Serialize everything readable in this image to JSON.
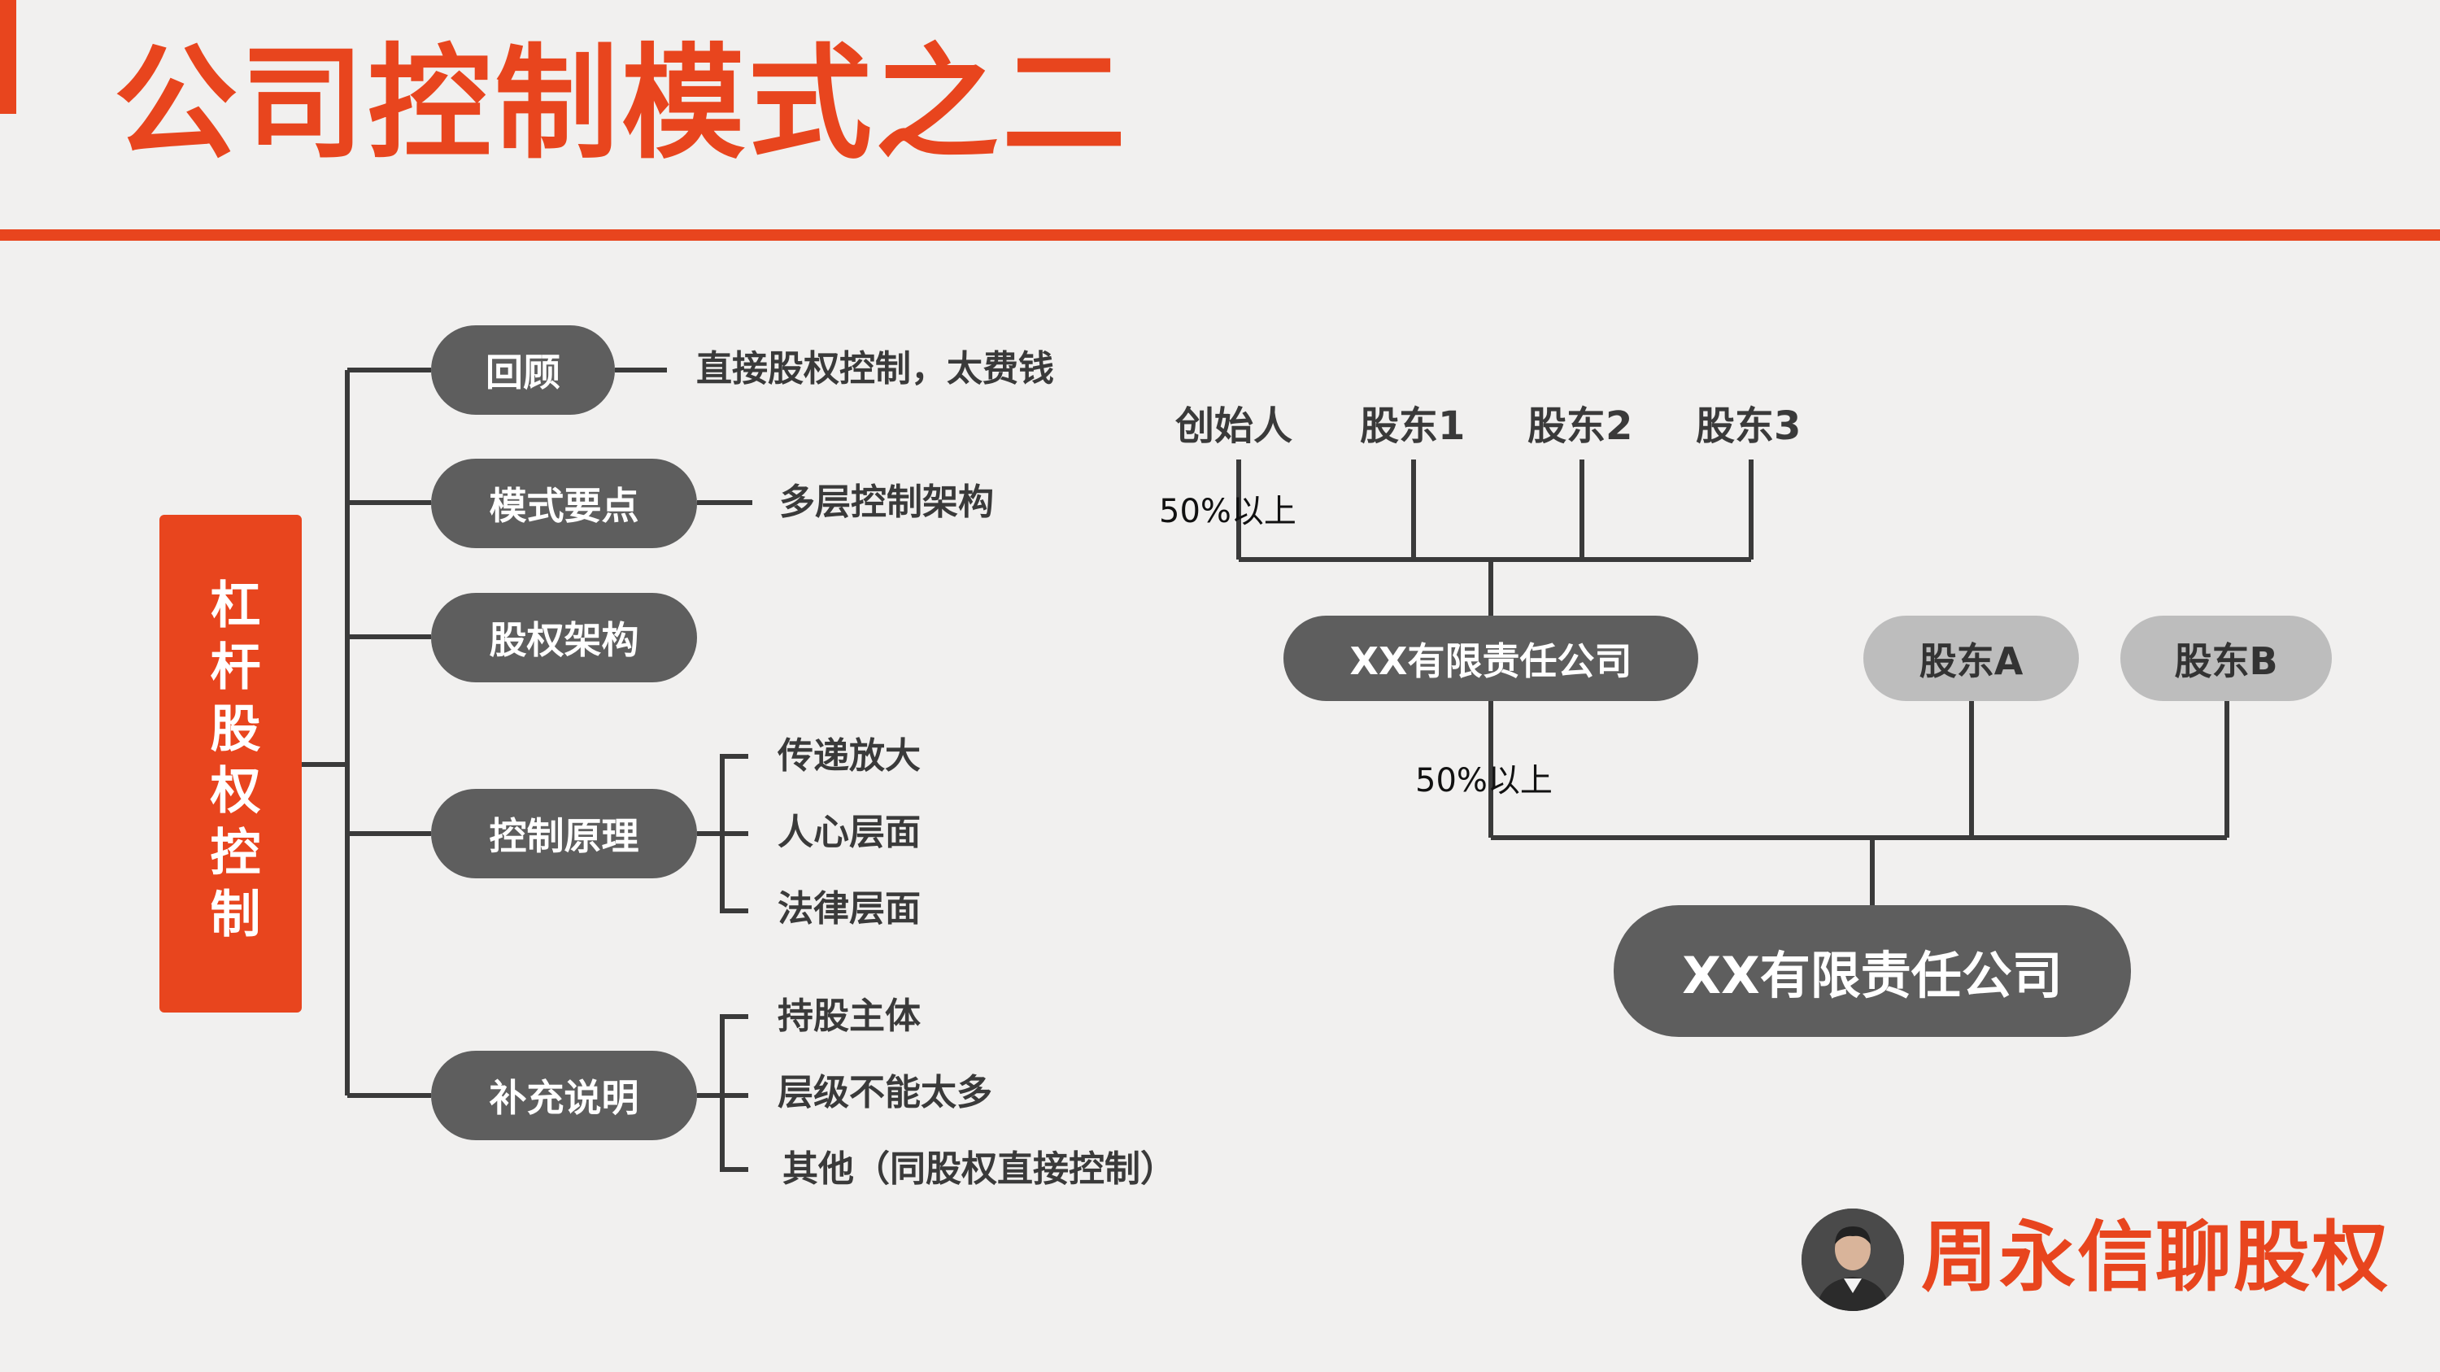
{
  "title": "公司控制模式之二",
  "root_label": "杠杆股权控制",
  "mindmap": {
    "branches": [
      {
        "label": "回顾",
        "details": [
          "直接股权控制，太费钱"
        ]
      },
      {
        "label": "模式要点",
        "details": [
          "多层控制架构"
        ]
      },
      {
        "label": "股权架构",
        "details": []
      },
      {
        "label": "控制原理",
        "details": [
          "传递放大",
          "人心层面",
          "法律层面"
        ]
      },
      {
        "label": "补充说明",
        "details": [
          "持股主体",
          "层级不能太多",
          "其他（同股权直接控制）"
        ]
      }
    ]
  },
  "structure": {
    "top_shareholders": [
      "创始人",
      "股东1",
      "股东2",
      "股东3"
    ],
    "top_ratio": "50%以上",
    "mid_company": "XX有限责任公司",
    "mid_ratio": "50%以上",
    "other_shareholders": [
      "股东A",
      "股东B"
    ],
    "bottom_company": "XX有限责任公司"
  },
  "brand": "周永信聊股权",
  "colors": {
    "accent": "#e8451e",
    "node": "#5e5e5e",
    "node_light": "#bdbdbd",
    "line": "#3a3a3a",
    "background": "#f1f0ef"
  }
}
